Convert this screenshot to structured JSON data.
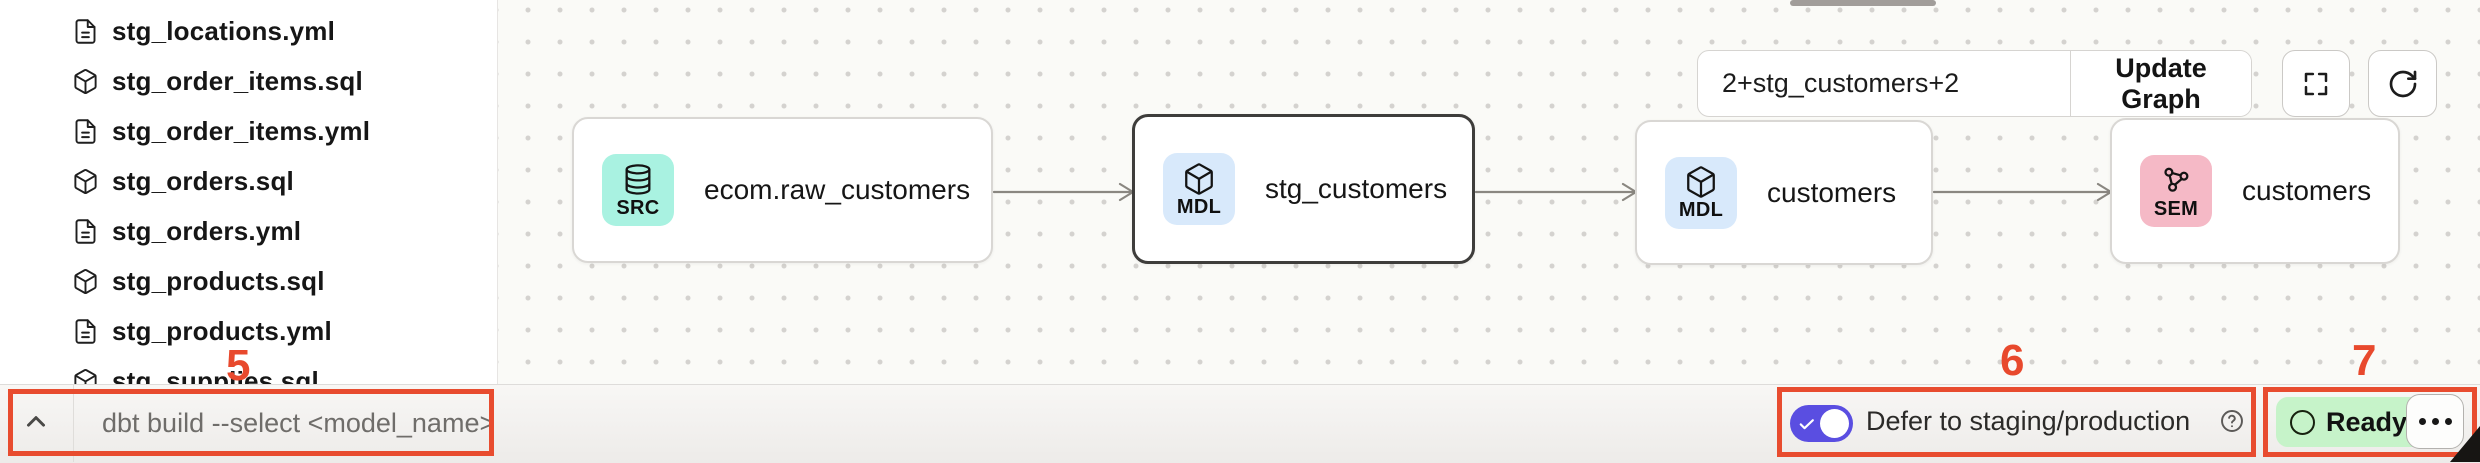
{
  "file_tree": {
    "items": [
      {
        "label": "stg_locations.yml",
        "icon": "file-doc-icon"
      },
      {
        "label": "stg_order_items.sql",
        "icon": "model-cube-icon"
      },
      {
        "label": "stg_order_items.yml",
        "icon": "file-doc-icon"
      },
      {
        "label": "stg_orders.sql",
        "icon": "model-cube-icon"
      },
      {
        "label": "stg_orders.yml",
        "icon": "file-doc-icon"
      },
      {
        "label": "stg_products.sql",
        "icon": "model-cube-icon"
      },
      {
        "label": "stg_products.yml",
        "icon": "file-doc-icon"
      },
      {
        "label": "stg_supplies.sql",
        "icon": "model-cube-icon",
        "partially_visible": true
      }
    ]
  },
  "lineage": {
    "selector_value": "2+stg_customers+2",
    "update_graph_label": "Update Graph",
    "nodes": [
      {
        "badge": "SRC",
        "label": "ecom.raw_customers",
        "type": "source",
        "badge_color": "#a9f2e1",
        "selected": false
      },
      {
        "badge": "MDL",
        "label": "stg_customers",
        "type": "model",
        "badge_color": "#d8e9fb",
        "selected": true
      },
      {
        "badge": "MDL",
        "label": "customers",
        "type": "model",
        "badge_color": "#d8e9fb",
        "selected": false
      },
      {
        "badge": "SEM",
        "label": "customers",
        "type": "semantic",
        "badge_color": "#f5b9c6",
        "selected": false
      }
    ],
    "edges": [
      [
        0,
        1
      ],
      [
        1,
        2
      ],
      [
        2,
        3
      ]
    ]
  },
  "bottom_bar": {
    "command_placeholder": "dbt build --select <model_name>",
    "defer_label": "Defer to staging/production",
    "defer_enabled": true,
    "status_label": "Ready",
    "status_color": "#c6f3c9",
    "toggle_color": "#5a4ee1"
  },
  "annotations": {
    "color": "#e84c2f",
    "step5": "5",
    "step6": "6",
    "step7": "7"
  }
}
